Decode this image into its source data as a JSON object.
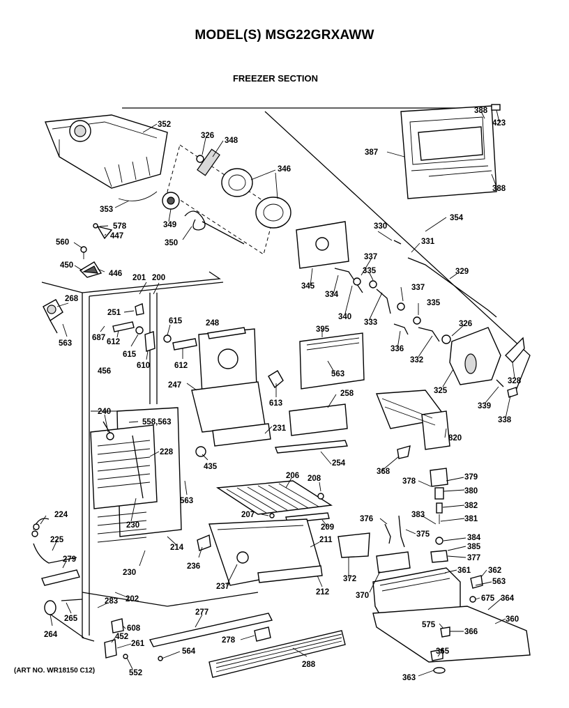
{
  "title": "MODEL(S) MSG22GRXAWW",
  "subtitle": "FREEZER SECTION",
  "art_number": "(ART NO. WR18150 C12)",
  "callouts": [
    {
      "id": "c-352",
      "text": "352"
    },
    {
      "id": "c-326a",
      "text": "326"
    },
    {
      "id": "c-348",
      "text": "348"
    },
    {
      "id": "c-346",
      "text": "346"
    },
    {
      "id": "c-353",
      "text": "353"
    },
    {
      "id": "c-349",
      "text": "349"
    },
    {
      "id": "c-350",
      "text": "350"
    },
    {
      "id": "c-578",
      "text": "578"
    },
    {
      "id": "c-447",
      "text": "447"
    },
    {
      "id": "c-560",
      "text": "560"
    },
    {
      "id": "c-450",
      "text": "450"
    },
    {
      "id": "c-446",
      "text": "446"
    },
    {
      "id": "c-201",
      "text": "201"
    },
    {
      "id": "c-200",
      "text": "200"
    },
    {
      "id": "c-268",
      "text": "268"
    },
    {
      "id": "c-563a",
      "text": "563"
    },
    {
      "id": "c-251",
      "text": "251"
    },
    {
      "id": "c-687",
      "text": "687"
    },
    {
      "id": "c-612a",
      "text": "612"
    },
    {
      "id": "c-615a",
      "text": "615"
    },
    {
      "id": "c-615b",
      "text": "615"
    },
    {
      "id": "c-610",
      "text": "610"
    },
    {
      "id": "c-612b",
      "text": "612"
    },
    {
      "id": "c-248",
      "text": "248"
    },
    {
      "id": "c-456",
      "text": "456"
    },
    {
      "id": "c-247",
      "text": "247"
    },
    {
      "id": "c-613",
      "text": "613"
    },
    {
      "id": "c-240",
      "text": "240"
    },
    {
      "id": "c-558",
      "text": "558,563"
    },
    {
      "id": "c-228",
      "text": "228"
    },
    {
      "id": "c-231",
      "text": "231"
    },
    {
      "id": "c-435",
      "text": "435"
    },
    {
      "id": "c-563b",
      "text": "563"
    },
    {
      "id": "c-230a",
      "text": "230"
    },
    {
      "id": "c-224",
      "text": "224"
    },
    {
      "id": "c-225",
      "text": "225"
    },
    {
      "id": "c-279",
      "text": "279"
    },
    {
      "id": "c-214",
      "text": "214"
    },
    {
      "id": "c-230b",
      "text": "230"
    },
    {
      "id": "c-236",
      "text": "236"
    },
    {
      "id": "c-202",
      "text": "202"
    },
    {
      "id": "c-283",
      "text": "283"
    },
    {
      "id": "c-265",
      "text": "265"
    },
    {
      "id": "c-264",
      "text": "264"
    },
    {
      "id": "c-608",
      "text": "608"
    },
    {
      "id": "c-452",
      "text": "452"
    },
    {
      "id": "c-261",
      "text": "261"
    },
    {
      "id": "c-552",
      "text": "552"
    },
    {
      "id": "c-564",
      "text": "564"
    },
    {
      "id": "c-277",
      "text": "277"
    },
    {
      "id": "c-278",
      "text": "278"
    },
    {
      "id": "c-288",
      "text": "288"
    },
    {
      "id": "c-237",
      "text": "237"
    },
    {
      "id": "c-212",
      "text": "212"
    },
    {
      "id": "c-211",
      "text": "211"
    },
    {
      "id": "c-209",
      "text": "209"
    },
    {
      "id": "c-207",
      "text": "207"
    },
    {
      "id": "c-206",
      "text": "206"
    },
    {
      "id": "c-208",
      "text": "208"
    },
    {
      "id": "c-254",
      "text": "254"
    },
    {
      "id": "c-258",
      "text": "258"
    },
    {
      "id": "c-563c",
      "text": "563"
    },
    {
      "id": "c-395",
      "text": "395"
    },
    {
      "id": "c-345",
      "text": "345"
    },
    {
      "id": "c-334",
      "text": "334"
    },
    {
      "id": "c-340",
      "text": "340"
    },
    {
      "id": "c-337a",
      "text": "337"
    },
    {
      "id": "c-330",
      "text": "330"
    },
    {
      "id": "c-331",
      "text": "331"
    },
    {
      "id": "c-335a",
      "text": "335"
    },
    {
      "id": "c-333",
      "text": "333"
    },
    {
      "id": "c-337b",
      "text": "337"
    },
    {
      "id": "c-335b",
      "text": "335"
    },
    {
      "id": "c-336",
      "text": "336"
    },
    {
      "id": "c-332",
      "text": "332"
    },
    {
      "id": "c-329",
      "text": "329"
    },
    {
      "id": "c-354",
      "text": "354"
    },
    {
      "id": "c-326b",
      "text": "326"
    },
    {
      "id": "c-325",
      "text": "325"
    },
    {
      "id": "c-328",
      "text": "328"
    },
    {
      "id": "c-339",
      "text": "339"
    },
    {
      "id": "c-338",
      "text": "338"
    },
    {
      "id": "c-387",
      "text": "387"
    },
    {
      "id": "c-388a",
      "text": "388"
    },
    {
      "id": "c-423",
      "text": "423"
    },
    {
      "id": "c-388b",
      "text": "388"
    },
    {
      "id": "c-820",
      "text": "820"
    },
    {
      "id": "c-368",
      "text": "368"
    },
    {
      "id": "c-378",
      "text": "378"
    },
    {
      "id": "c-379",
      "text": "379"
    },
    {
      "id": "c-380",
      "text": "380"
    },
    {
      "id": "c-382",
      "text": "382"
    },
    {
      "id": "c-381",
      "text": "381"
    },
    {
      "id": "c-383",
      "text": "383"
    },
    {
      "id": "c-376",
      "text": "376"
    },
    {
      "id": "c-375",
      "text": "375"
    },
    {
      "id": "c-384",
      "text": "384"
    },
    {
      "id": "c-385",
      "text": "385"
    },
    {
      "id": "c-377",
      "text": "377"
    },
    {
      "id": "c-372",
      "text": "372"
    },
    {
      "id": "c-370",
      "text": "370"
    },
    {
      "id": "c-361",
      "text": "361"
    },
    {
      "id": "c-362",
      "text": "362"
    },
    {
      "id": "c-563d",
      "text": "563"
    },
    {
      "id": "c-675",
      "text": "675"
    },
    {
      "id": "c-364",
      "text": "364"
    },
    {
      "id": "c-360",
      "text": "360"
    },
    {
      "id": "c-575",
      "text": "575"
    },
    {
      "id": "c-366",
      "text": "366"
    },
    {
      "id": "c-365",
      "text": "365"
    },
    {
      "id": "c-363",
      "text": "363"
    }
  ]
}
